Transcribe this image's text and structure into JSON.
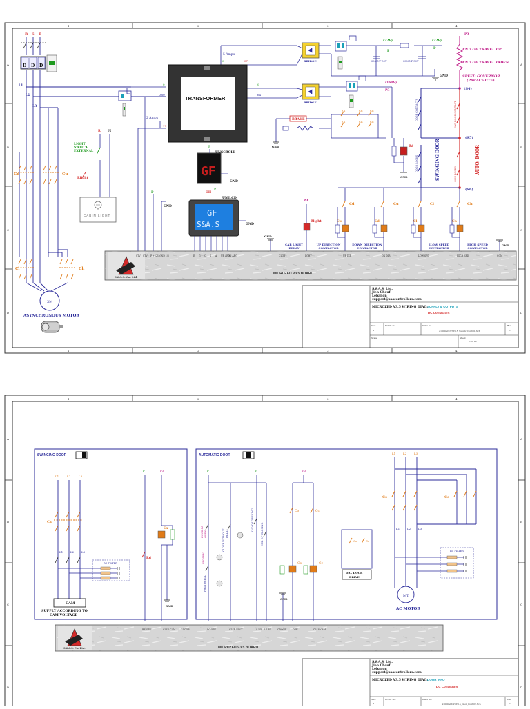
{
  "sheet1": {
    "phases": [
      "R",
      "S",
      "T"
    ],
    "breaker_labels": [
      "D",
      "D",
      "D"
    ],
    "lines": [
      "L1",
      "L2",
      "L3"
    ],
    "amps5": "5 Amps",
    "amps2": "2 Amps",
    "transformer": "TRANSFORMER",
    "taps": {
      "t0": "0",
      "t37": "37",
      "t380": "380",
      "t0b": "0",
      "t64": "64",
      "t0c": "0",
      "t17": "17"
    },
    "bridge": "BRIDGE",
    "bridge2": "BRIDGE",
    "v22a": "(22V)",
    "v22b": "(22V)",
    "cap1": "3300UF 50V",
    "cap2": "3300UF 50V",
    "v160": "(160V)",
    "p": "P",
    "p3": "P3",
    "gnd": "GND",
    "brake": "BRAKE",
    "unscroll": "UNSCROLL",
    "unilcd": "UNILCD",
    "gf_display": "GF",
    "lcd_line1": "GF",
    "lcd_line2": "S&A.S",
    "light_switch": [
      "LIGHT",
      "SWITCH",
      "EXTERNAL"
    ],
    "r_label": "R",
    "n_label": "N",
    "rlight": "Rlight",
    "rlight2": "Rlight",
    "cabin_light": "CABIN LIGHT",
    "end_up": "END OF TRAVEL UP",
    "end_down": "END OF TRAVEL DOWN",
    "speed_gov": [
      "SPEED GOVERNOR",
      "(PARACHUTE)"
    ],
    "s4": "(S4)",
    "s5": "(S5)",
    "s6": "(S6)",
    "door_contacts": "DOOR CONTACTS",
    "car_door": "CAR DOOR CONTACT",
    "door_locks": "DOOR LOCKS",
    "cam_locks": "CAM LOCKS",
    "swinging_door": "SWINGING DOOR",
    "auto_door": "AUTO. DOOR",
    "rd": "Rd",
    "contactors": [
      "Cd",
      "Cu",
      "Cl",
      "Ch"
    ],
    "motor_contacts": [
      "Cd",
      "Cu",
      "Cl",
      "Ch"
    ],
    "async_motor": "ASYNCHRONOUS MOTOR",
    "motor_mark": "3M",
    "car_light_relay": [
      "CAR LIGHT",
      "RELAY"
    ],
    "up_dir": [
      "UP DIRECTION",
      "CONTACTOR"
    ],
    "down_dir": [
      "DOWN DIRECTION",
      "CONTACTOR"
    ],
    "slow_speed": [
      "SLOW SPEED",
      "CONTACTOR"
    ],
    "high_speed": [
      "HIGH SPEED",
      "CONTACTOR"
    ],
    "board": "MICROZED V3.5 BOARD",
    "logo_text": "S.&A.S. Co. Ltd.",
    "terminals_left": [
      "STV",
      "STV",
      "P +22V",
      "GND 1/2"
    ],
    "terminals_lcd": [
      "E",
      "G",
      "C",
      "S",
      "A",
      "UP ARO",
      "DN ARO"
    ],
    "terminals_right": [
      "CLGT",
      "LGHT",
      "UP DIR",
      "DN DIR",
      "LOW SPD",
      "HIGH SPD",
      "COM"
    ],
    "oh": "OH",
    "f": "F",
    "title_block": {
      "company": [
        "S.&A.S. Ltd.",
        "Jieh Chouf",
        "Lebanon",
        "support@sascontrollers.com"
      ],
      "diag": "MICROZED V3.5 WIRING DIAG:",
      "diag_sub": "SUPPLY & OUTPUTS",
      "dc": "DC Contactors",
      "size": "Size",
      "size_val": "B",
      "fcsm": "FCSM No.",
      "dwg": "DWG No.",
      "dwg_val": "A1000ACDV3V3.5_Supply_ContDC.Sch",
      "rev": "Rev",
      "rev_val": "1",
      "scale": "Scale",
      "sheet": "Sheet",
      "sheet_val": "1 of 10"
    },
    "cols": [
      "1",
      "2",
      "3",
      "4"
    ],
    "rows": [
      "A",
      "B",
      "C",
      "D"
    ]
  },
  "sheet2": {
    "swinging_door": "SWINGING DOOR",
    "automatic_door": "AUTOMATIC DOOR",
    "lines": [
      "L1",
      "L2",
      "L3"
    ],
    "l_labels": [
      "L1",
      "L2",
      "L3"
    ],
    "cs": "Cs",
    "cs2": "Cs",
    "co": "Co",
    "cc": "Cc",
    "co2": "Co",
    "cc2": "Cc",
    "co3": "Co",
    "cc3": "Cc",
    "cs3": "Cs",
    "rc_filter": "RC FILTER",
    "rc_filter2": "RC FILTER",
    "cam": "CAM",
    "supply_cam": [
      "SUPPLY ACCORDING TO",
      "CAM VOLTAGE"
    ],
    "rd": "Rd",
    "p": "P",
    "p3": "P3",
    "p2": "P",
    "p4": "P3",
    "gnd": "GND",
    "gnd2": "GND",
    "photocell": "PHOTOCELL",
    "door_reopen": [
      "DOOR RE",
      "OPEN"
    ],
    "close_without": [
      "CLOSE WITHOUT",
      "DELAY"
    ],
    "end_opening": "END OF OPENING",
    "end_closing": "END OF CLOSING",
    "reopen": "REOPEN",
    "dc_door": [
      "D.C. DOOR",
      "DRIVE"
    ],
    "mt": "MT",
    "ac_motor": "AC MOTOR",
    "board": "MICROZED V3.5 BOARD",
    "logo_text": "S.&A.S. Co. Ltd.",
    "terminals": [
      "RE OPN",
      "CLSD CAM",
      "CDOOR",
      "PC OPN",
      "CLSE NDLY",
      "LS EO",
      "LS EC",
      "CDOOR",
      "OPN",
      "CLSE CAM"
    ],
    "title_block": {
      "company": [
        "S.&A.S. Ltd.",
        "Jieh Chouf",
        "Lebanon",
        "support@sascontrollers.com"
      ],
      "diag": "MICROZED V3.5 WIRING DIAG:",
      "diag_sub": "DOOR INFO",
      "dc": "DC Contactors",
      "size": "Size",
      "size_val": "B",
      "fcsm": "FCSM No.",
      "dwg": "DWG No.",
      "dwg_val": "A1000ACDV3V3.5_Door_ContDC.Sch",
      "rev": "Rev",
      "rev_val": "1"
    },
    "cols": [
      "1",
      "2",
      "3",
      "4"
    ],
    "rows": [
      "A",
      "B",
      "C",
      "D"
    ]
  },
  "colors": {
    "wire": "#2b2b9a",
    "red": "#d42a2a",
    "green": "#1f9a1f",
    "magenta": "#c0208a",
    "cyan": "#1aa0b8",
    "orange": "#e07b18",
    "frame": "#303030"
  }
}
